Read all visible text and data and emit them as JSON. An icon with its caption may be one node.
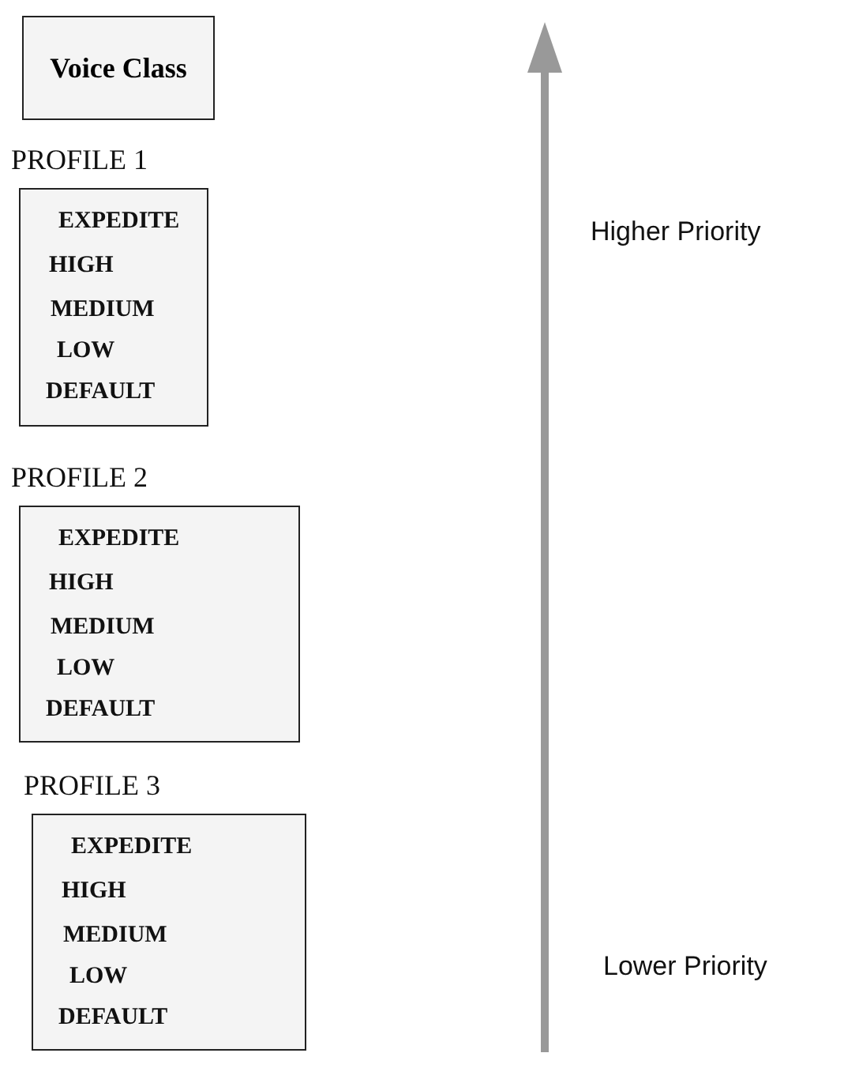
{
  "diagram": {
    "nodes": [
      {
        "text": [
          "Voice Class"
        ]
      },
      {
        "text": [
          "PROFILE 1",
          "EXPEDITE",
          "HIGH",
          "MEDIUM",
          "LOW",
          "DEFAULT"
        ]
      },
      {
        "text": [
          "PROFILE 2",
          "EXPEDITE",
          "HIGH",
          "MEDIUM",
          "LOW",
          "DEFAULT"
        ]
      },
      {
        "text": [
          "PROFILE 3",
          "EXPEDITE",
          "HIGH",
          "MEDIUM",
          "LOW",
          "DEFAULT"
        ]
      }
    ],
    "labels": [
      "Higher Priority",
      "Lower Priority"
    ]
  }
}
